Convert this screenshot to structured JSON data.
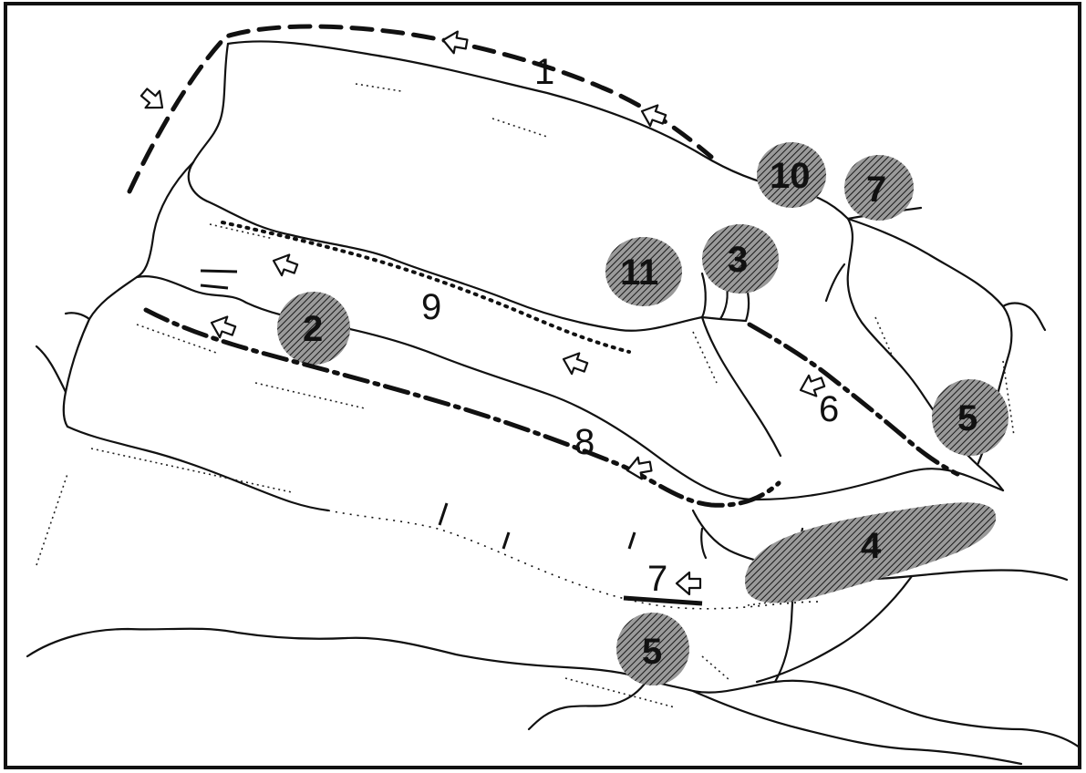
{
  "map": {
    "route_labels": {
      "route_1": "1",
      "route_9": "9",
      "route_8": "8",
      "route_6": "6",
      "route_7": "7"
    },
    "zone_labels": {
      "zone_10": "10",
      "zone_7": "7",
      "zone_11": "11",
      "zone_3": "3",
      "zone_2": "2",
      "zone_5_east": "5",
      "zone_4": "4",
      "zone_5_south": "5"
    },
    "colors": {
      "ink": "#111111",
      "background": "#ffffff",
      "hatch": "#333333"
    }
  }
}
